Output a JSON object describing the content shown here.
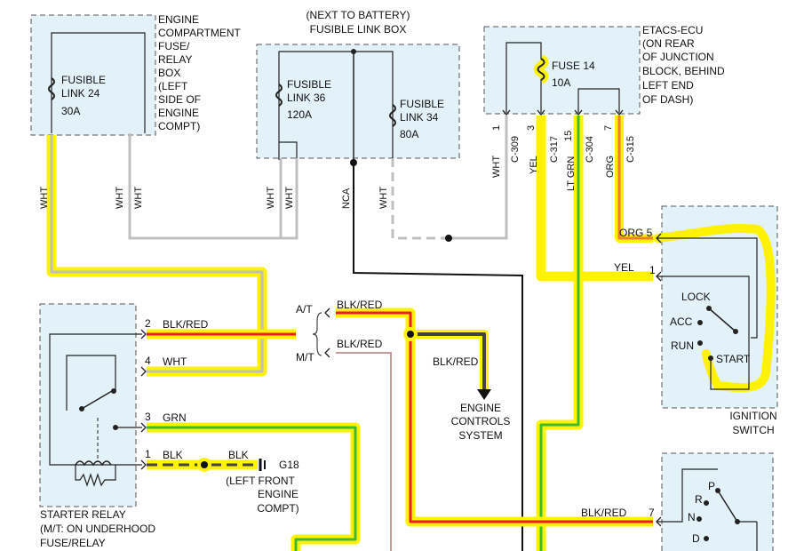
{
  "components": {
    "engine_box": {
      "label_lines": [
        "ENGINE",
        "COMPARTMENT",
        "FUSE/",
        "RELAY",
        "BOX",
        "(LEFT",
        "SIDE OF",
        "ENGINE",
        "COMPT)"
      ]
    },
    "fusible_link_24": {
      "label_lines": [
        "FUSIBLE",
        "LINK 24",
        "30A"
      ]
    },
    "battery_box": {
      "label_lines": [
        "(NEXT TO BATTERY)",
        "FUSIBLE LINK BOX"
      ]
    },
    "fusible_link_36": {
      "label_lines": [
        "FUSIBLE",
        "LINK 36",
        "120A"
      ]
    },
    "fusible_link_34": {
      "label_lines": [
        "FUSIBLE",
        "LINK 34",
        "80A"
      ]
    },
    "etacs": {
      "label_lines": [
        "ETACS-ECU",
        "(ON REAR",
        "OF JUNCTION",
        "BLOCK, BEHIND",
        "LEFT END",
        "OF DASH)"
      ]
    },
    "fuse_14": {
      "label_lines": [
        "FUSE 14",
        "10A"
      ]
    },
    "ignition_switch": {
      "label_lines": [
        "IGNITION",
        "SWITCH"
      ],
      "positions": [
        "LOCK",
        "ACC",
        "RUN",
        "START"
      ]
    },
    "starter_relay": {
      "label_lines": [
        "STARTER RELAY",
        "(M/T: ON UNDERHOOD",
        "FUSE/RELAY"
      ]
    },
    "ground_g18": {
      "id": "G18",
      "label_lines": [
        "(LEFT FRONT",
        "ENGINE",
        "COMPT)"
      ]
    },
    "engine_controls": {
      "label_lines": [
        "ENGINE",
        "CONTROLS",
        "SYSTEM"
      ]
    },
    "transmission_switch": {
      "positions": [
        "P",
        "R",
        "N",
        "D"
      ]
    }
  },
  "wire_labels": {
    "wht": "WHT",
    "nca": "NCA",
    "yel": "YEL",
    "lt_grn": "LT GRN",
    "org": "ORG",
    "blk_red": "BLK/RED",
    "grn": "GRN",
    "blk": "BLK",
    "at": "A/T",
    "mt": "M/T"
  },
  "connectors": {
    "c309": "C-309",
    "c317": "C-317",
    "c304": "C-304",
    "c315": "C-315",
    "pin_1": "1",
    "pin_3": "3",
    "pin_15": "15",
    "pin_7": "7"
  },
  "ignition_pins": {
    "org": "ORG 5",
    "yel": "1"
  },
  "relay_pins": {
    "p2": "2",
    "p4": "4",
    "p3": "3",
    "p1": "1"
  },
  "trans_pin": "7",
  "colors": {
    "highlight": "#fff200",
    "red": "#ee1c25",
    "green": "#3dbb2f",
    "orange": "#f07f2a",
    "gray": "#bfbfbf",
    "dark": "#444444",
    "box_fill": "#e3f1f8",
    "mt_wire": "#c49a9a"
  }
}
